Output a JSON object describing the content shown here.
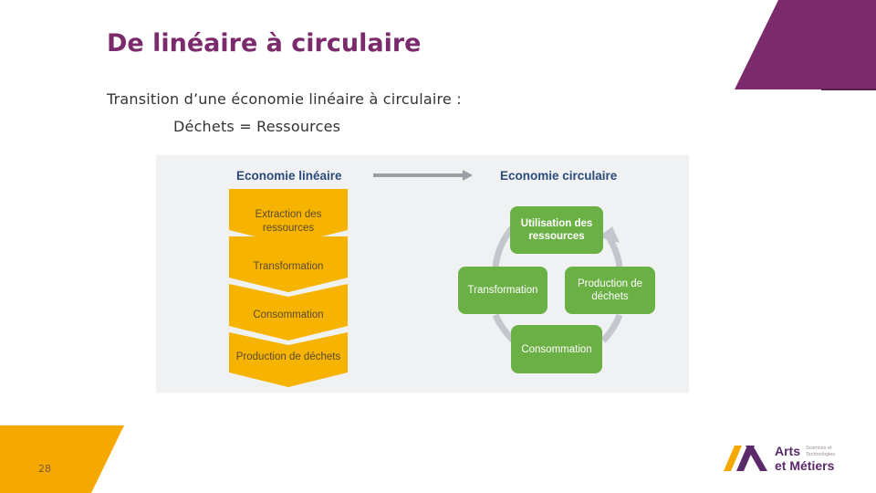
{
  "slide": {
    "title": "De linéaire à circulaire",
    "subtitle": "Transition d’une économie linéaire à circulaire :",
    "equation": "Déchets = Ressources",
    "page_number": "28"
  },
  "diagram": {
    "linear_heading": "Economie linéaire",
    "circular_heading": "Economie circulaire",
    "linear_steps": [
      "Extraction des ressources",
      "Transformation",
      "Consommation",
      "Production de déchets"
    ],
    "circular_steps": {
      "top": "Utilisation des ressources",
      "left": "Transformation",
      "right": "Production de déchets",
      "bottom": "Consommation"
    }
  },
  "logo": {
    "line1": "Arts",
    "line2": "et Métiers",
    "tagline1": "Sciences et",
    "tagline2": "Technologies"
  },
  "colors": {
    "title": "#7b2a6b",
    "corner_top": "#7b2a6b",
    "corner_bottom": "#f5a800",
    "chevron": "#f6b400",
    "green": "#6bb045",
    "heading": "#2c4a7a",
    "diagram_bg": "#f0f1f2"
  }
}
